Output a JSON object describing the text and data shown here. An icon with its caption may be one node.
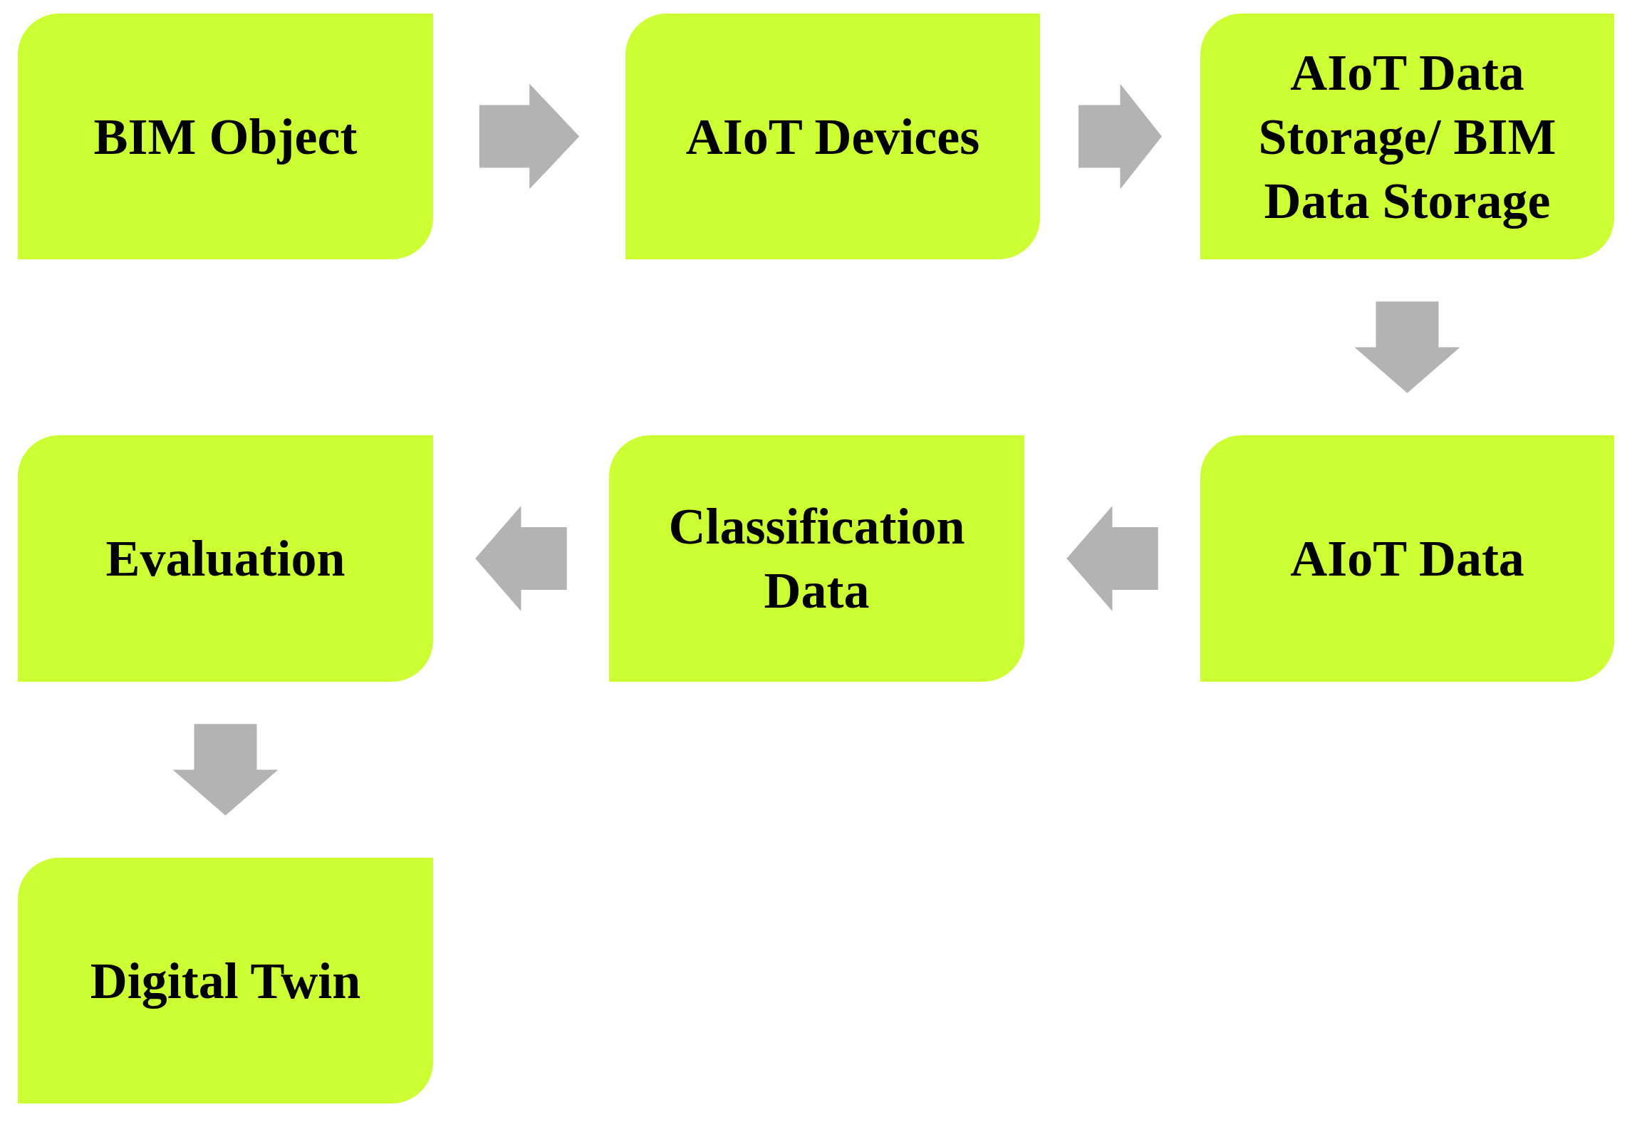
{
  "diagram": {
    "nodes": [
      {
        "text": [
          "BIM Object"
        ]
      },
      {
        "text": [
          "AIoT Devices"
        ]
      },
      {
        "text": [
          "AIoT Data Storage/ BIM Data Storage"
        ]
      },
      {
        "text": [
          "AIoT Data"
        ]
      },
      {
        "text": [
          "Classification Data"
        ]
      },
      {
        "text": [
          "Evaluation"
        ]
      },
      {
        "text": [
          "Digital Twin"
        ]
      }
    ],
    "edges": [
      {
        "from": 0,
        "to": 1,
        "arrow": "to"
      },
      {
        "from": 1,
        "to": 2,
        "arrow": "to"
      },
      {
        "from": 2,
        "to": 3,
        "arrow": "to"
      },
      {
        "from": 3,
        "to": 4,
        "arrow": "to"
      },
      {
        "from": 4,
        "to": 5,
        "arrow": "to"
      },
      {
        "from": 5,
        "to": 6,
        "arrow": "to"
      }
    ]
  }
}
